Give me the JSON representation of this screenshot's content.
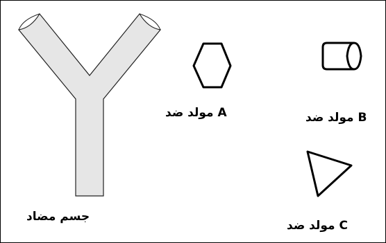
{
  "labels": {
    "antibody": "جسم مضاد",
    "antigen_a": "مولد ضد A",
    "antigen_b": "مولد ضد B",
    "antigen_c": "مولد ضد C"
  },
  "colors": {
    "antibody_fill": "#e6e6e6",
    "stroke": "#000000",
    "background": "#ffffff"
  }
}
